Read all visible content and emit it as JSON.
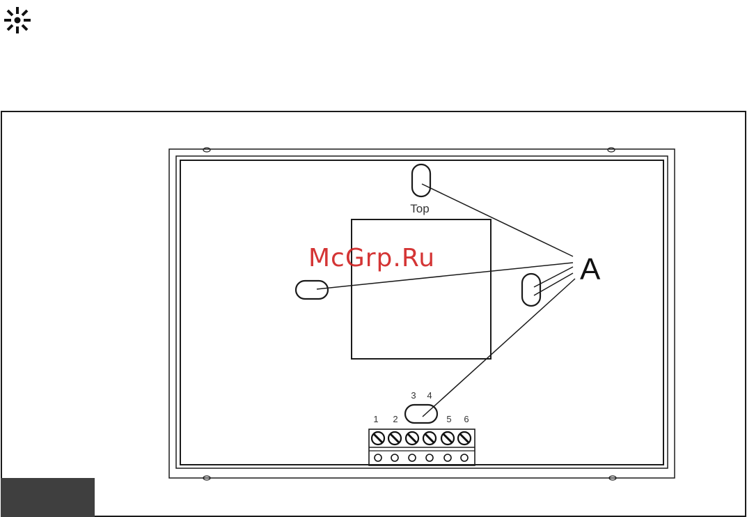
{
  "logo_icon": "sunburst-icon",
  "labels": {
    "top": "Top",
    "callout": "A",
    "terminal_numbers": [
      "1",
      "2",
      "3",
      "4",
      "5",
      "6"
    ]
  },
  "watermark": "McGrp.Ru",
  "colors": {
    "line": "#1a1a1a",
    "watermark": "#d02020",
    "tab": "#3f3f3f"
  }
}
